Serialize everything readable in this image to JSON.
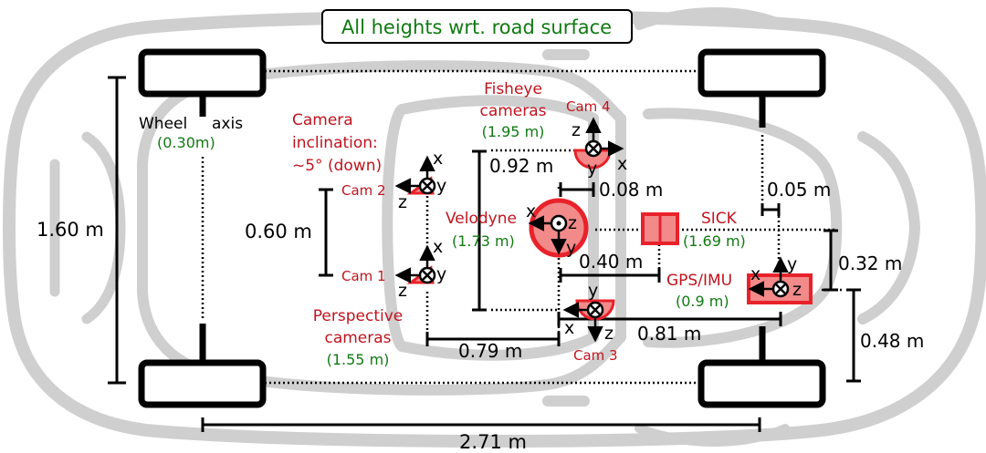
{
  "colors": {
    "car": "#cfcfcf",
    "label_red": "#c0141e",
    "label_green": "#107a12",
    "sensor_fill": "#f28a8a",
    "sensor_stroke": "#e8222a",
    "line": "#000000"
  },
  "title": "All heights wrt. road surface",
  "labels": {
    "wheel": "Wheel",
    "axis": "axis",
    "wheel_height": "(0.30m)",
    "camera_inclination": [
      "Camera",
      "inclination:",
      "~5° (down)"
    ],
    "fisheye": [
      "Fisheye",
      "cameras"
    ],
    "fisheye_height": "(1.95 m)",
    "velodyne": "Velodyne",
    "velodyne_height": "(1.73 m)",
    "sick": "SICK",
    "sick_height": "(1.69 m)",
    "gps": "GPS/IMU",
    "gps_height": "(0.9 m)",
    "perspective": [
      "Perspective",
      "cameras"
    ],
    "perspective_height": "(1.55 m)"
  },
  "cameras": {
    "cam1": "Cam 1",
    "cam2": "Cam 2",
    "cam3": "Cam 3",
    "cam4": "Cam 4"
  },
  "axes": {
    "x": "x",
    "y": "y",
    "z": "z"
  },
  "dimensions": {
    "wheelbase": "2.71 m",
    "track": "1.60 m",
    "cam_spacing": "0.60 m",
    "fisheye_spacing": "0.92 m",
    "cam4_offset": "0.08 m",
    "sick_offset": "0.05 m",
    "velodyne_to_sick": "0.40 m",
    "velodyne_to_gps": "0.32 m",
    "gps_lateral": "0.48 m",
    "cam_to_velodyne": "0.79 m",
    "velodyne_to_rear": "0.81 m"
  }
}
